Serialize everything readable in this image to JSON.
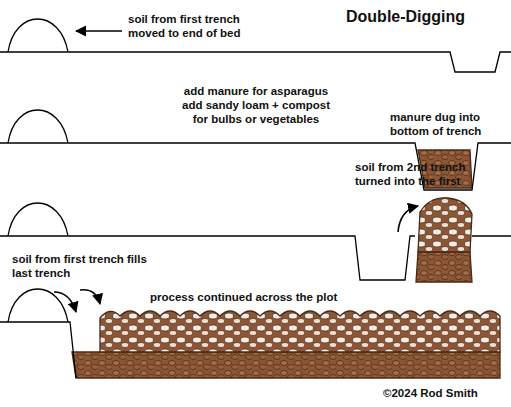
{
  "diagram": {
    "title": "Double-Digging",
    "labels": [
      "soil from first trench moved to end of bed",
      "add manure for asparagus add sandy loam + compost for bulbs or vegetables",
      "manure dug into bottom of trench",
      "soil from 2nd trench turned into the first",
      "soil from first trench fills last trench",
      "process continued across the plot",
      "©2024 Rod Smith"
    ]
  }
}
